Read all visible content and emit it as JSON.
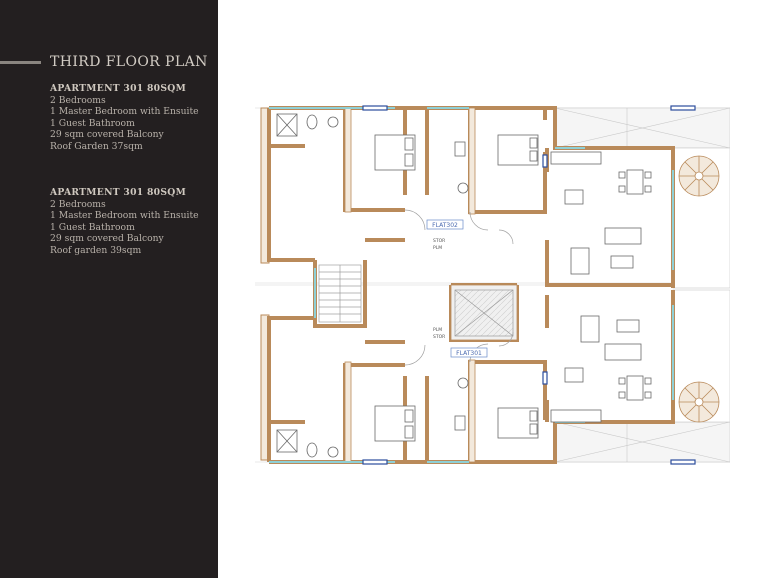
{
  "sidebar": {
    "title": "THIRD FLOOR PLAN",
    "apartments": [
      {
        "heading": "APARTMENT 301 80SQM",
        "lines": [
          "2 Bedrooms",
          "1 Master Bedroom with Ensuite",
          "1 Guest Bathroom",
          "29 sqm covered Balcony",
          "Roof Garden 37sqm"
        ]
      },
      {
        "heading": "APARTMENT 301 80SQM",
        "lines": [
          "2 Bedrooms",
          "1 Master Bedroom with Ensuite",
          "1 Guest Bathroom",
          "29 sqm covered Balcony",
          "Roof garden 39sqm"
        ]
      }
    ]
  },
  "plan": {
    "flat_labels": [
      "FLAT302",
      "FLAT301"
    ],
    "storage_label": "STOR",
    "plumbing_label": "PLM",
    "colors": {
      "wall": "#b98a5a",
      "wall_fill": "#f3e9dc",
      "glass": "#8ed0d6",
      "window": "#2c4d9c",
      "lines": "#8d8d8d",
      "background": "#231f20",
      "title_text": "#d2ccc4"
    }
  }
}
